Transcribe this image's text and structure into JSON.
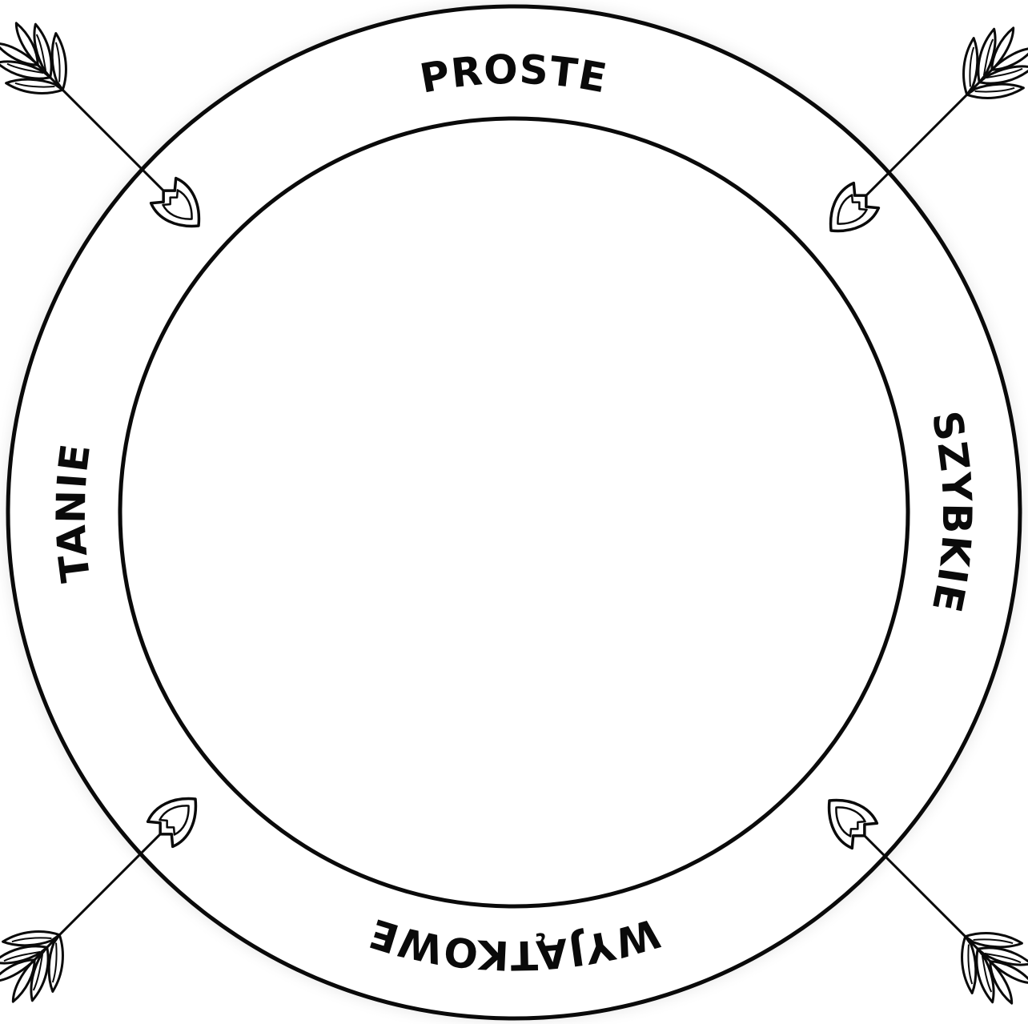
{
  "labels": {
    "top": "PROSTE",
    "right": "SZYBKIE",
    "bottom": "WYJĄTKOWE",
    "left": "TANIE"
  },
  "colors": {
    "ink": "#0a0a0a",
    "background": "#ffffff",
    "shadow": "#bdbdbd"
  },
  "icons": [
    "arrow-icon",
    "arrow-icon",
    "arrow-icon",
    "arrow-icon"
  ]
}
